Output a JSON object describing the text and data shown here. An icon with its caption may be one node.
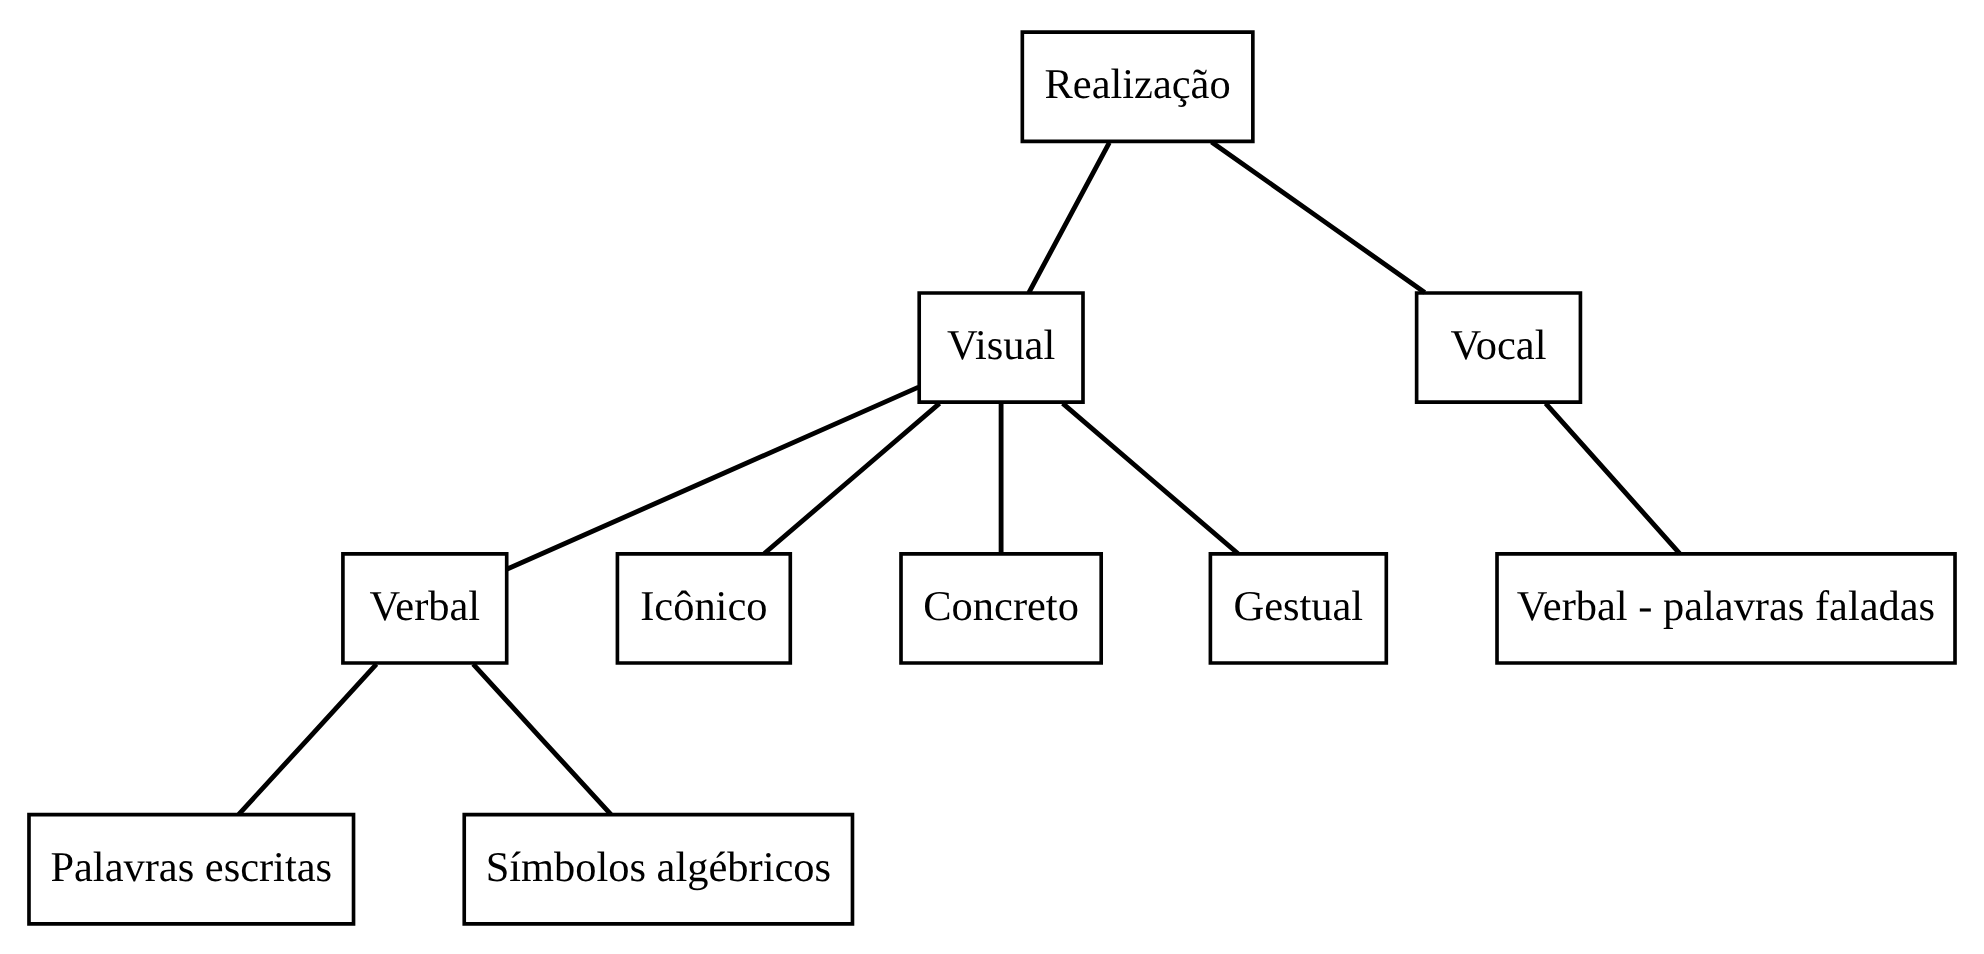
{
  "diagram": {
    "nodes": [
      {
        "text": [
          "Realização"
        ]
      },
      {
        "text": [
          "Visual"
        ]
      },
      {
        "text": [
          "Vocal"
        ]
      },
      {
        "text": [
          "Verbal"
        ]
      },
      {
        "text": [
          "Icônico"
        ]
      },
      {
        "text": [
          "Concreto"
        ]
      },
      {
        "text": [
          "Gestual"
        ]
      },
      {
        "text": [
          "Verbal - palavras faladas"
        ]
      },
      {
        "text": [
          "Palavras escritas"
        ]
      },
      {
        "text": [
          "Símbolos algébricos"
        ]
      }
    ],
    "edges": [
      {
        "from": 0,
        "to": 1,
        "arrow": "none"
      },
      {
        "from": 0,
        "to": 2,
        "arrow": "none"
      },
      {
        "from": 1,
        "to": 3,
        "arrow": "none"
      },
      {
        "from": 1,
        "to": 4,
        "arrow": "none"
      },
      {
        "from": 1,
        "to": 5,
        "arrow": "none"
      },
      {
        "from": 1,
        "to": 6,
        "arrow": "none"
      },
      {
        "from": 2,
        "to": 7,
        "arrow": "none"
      },
      {
        "from": 3,
        "to": 8,
        "arrow": "none"
      },
      {
        "from": 3,
        "to": 9,
        "arrow": "none"
      }
    ]
  }
}
